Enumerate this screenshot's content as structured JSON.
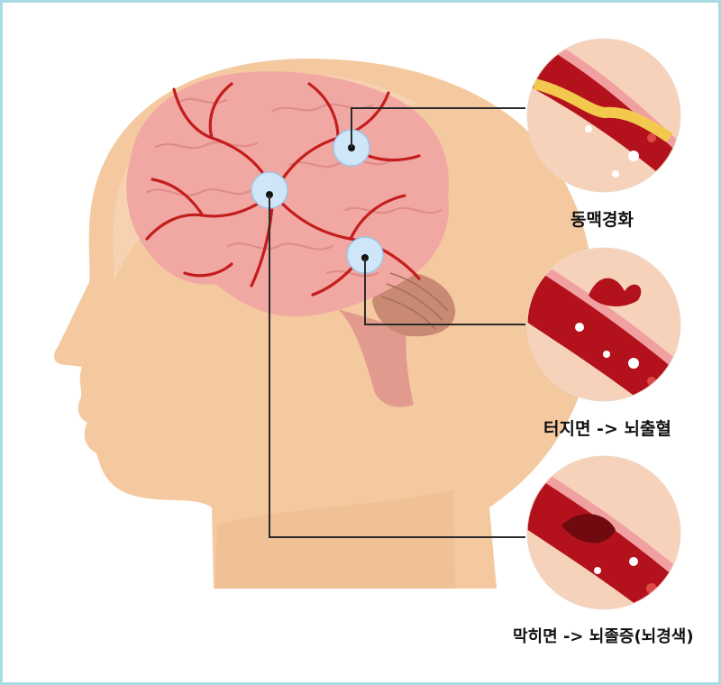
{
  "labels": {
    "atherosclerosis": "동맥경화",
    "rupture": "터지면 -> 뇌출혈",
    "blockage": "막히면 -> 뇌졸증(뇌경색)"
  },
  "colors": {
    "frame": "#a9dbe4",
    "skin": "#f4c9a0",
    "skin_light": "#fbe3cc",
    "brain": "#f1a8a3",
    "vessel": "#c41d1d",
    "blood": "#b3121c",
    "plaque": "#f2c94c",
    "marker": "#cfe6f8",
    "connector": "#2b2b2b"
  }
}
